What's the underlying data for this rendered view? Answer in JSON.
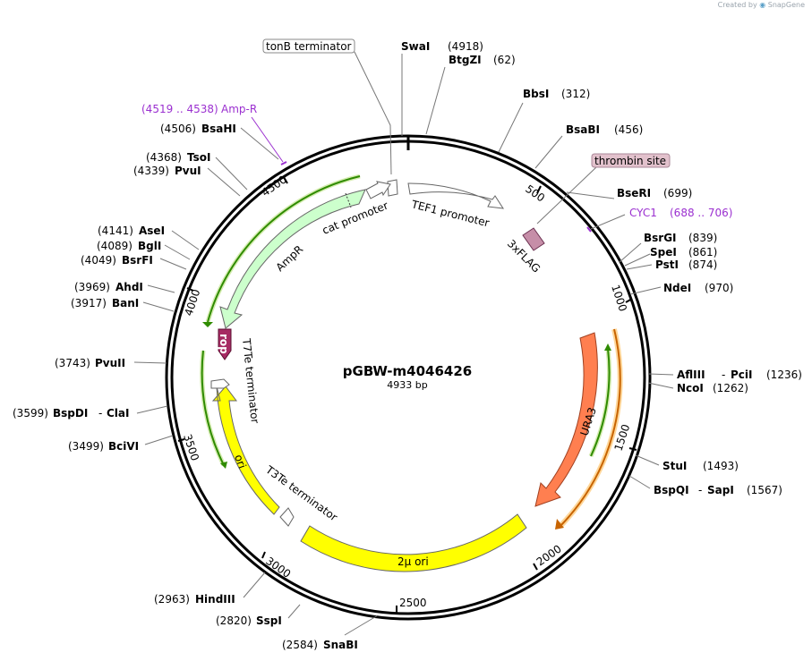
{
  "credit": {
    "prefix": "Created by",
    "brand": "SnapGene"
  },
  "plasmid": {
    "name": "pGBW-m4046426",
    "size": "4933 bp"
  },
  "ticks": [
    "500",
    "1000",
    "1500",
    "2000",
    "2500",
    "3000",
    "3500",
    "4000",
    "4500"
  ],
  "sites": {
    "swai": {
      "name": "SwaI",
      "pos": "(4918)"
    },
    "btgzi": {
      "name": "BtgZI",
      "pos": "(62)"
    },
    "bbsi": {
      "name": "BbsI",
      "pos": "(312)"
    },
    "bsabi": {
      "name": "BsaBI",
      "pos": "(456)"
    },
    "beseri": {
      "name": "BseRI",
      "pos": "(699)"
    },
    "bsrgi": {
      "name": "BsrGI",
      "pos": "(839)"
    },
    "spei": {
      "name": "SpeI",
      "pos": "(861)"
    },
    "psti": {
      "name": "PstI",
      "pos": "(874)"
    },
    "ndei": {
      "name": "NdeI",
      "pos": "(970)"
    },
    "afliii": {
      "name": "AflIII",
      "sep": "-",
      "name2": "PciI",
      "pos": "(1236)"
    },
    "ncoi": {
      "name": "NcoI",
      "pos": "(1262)"
    },
    "stui": {
      "name": "StuI",
      "pos": "(1493)"
    },
    "bspqi": {
      "name": "BspQI",
      "sep": "-",
      "name2": "SapI",
      "pos": "(1567)"
    },
    "snabi": {
      "name": "SnaBI",
      "pos": "(2584)"
    },
    "sspi": {
      "name": "SspI",
      "pos": "(2820)"
    },
    "hindiii": {
      "name": "HindIII",
      "pos": "(2963)"
    },
    "bcivi": {
      "name": "BciVI",
      "pos": "(3499)"
    },
    "bspdi": {
      "name": "BspDI",
      "sep": "-",
      "name2": "ClaI",
      "pos": "(3599)"
    },
    "pvuii": {
      "name": "PvuII",
      "pos": "(3743)"
    },
    "bani": {
      "name": "BanI",
      "pos": "(3917)"
    },
    "ahdi": {
      "name": "AhdI",
      "pos": "(3969)"
    },
    "bsrfi": {
      "name": "BsrFI",
      "pos": "(4049)"
    },
    "bgli": {
      "name": "BglI",
      "pos": "(4089)"
    },
    "asei": {
      "name": "AseI",
      "pos": "(4141)"
    },
    "pvui": {
      "name": "PvuI",
      "pos": "(4339)"
    },
    "tsoi": {
      "name": "TsoI",
      "pos": "(4368)"
    },
    "bsahi": {
      "name": "BsaHI",
      "pos": "(4506)"
    }
  },
  "primers": {
    "ampr": {
      "range": "(4519 .. 4538)",
      "name": "Amp-R"
    },
    "cyc1": {
      "name": "CYC1",
      "range": "(688 .. 706)"
    }
  },
  "boxed": {
    "tonb": "tonB terminator",
    "thrombin": "thrombin site"
  },
  "features": {
    "tef1": "TEF1 promoter",
    "cat": "cat promoter",
    "ampr": "AmpR",
    "flag": "3xFLAG",
    "ura3": "URA3",
    "twomu": "2μ ori",
    "t3te": "T3Te terminator",
    "ori": "ori",
    "t7te": "T7Te terminator",
    "rop": "rop"
  },
  "colors": {
    "ampr": "#ccffcc",
    "ura3": "#ff7f50",
    "ori": "#ffff00",
    "rop": "#a62a63",
    "flag": "#c68ea8",
    "thrombin_bg": "#e2c1cc",
    "purple": "#9b30d0"
  }
}
